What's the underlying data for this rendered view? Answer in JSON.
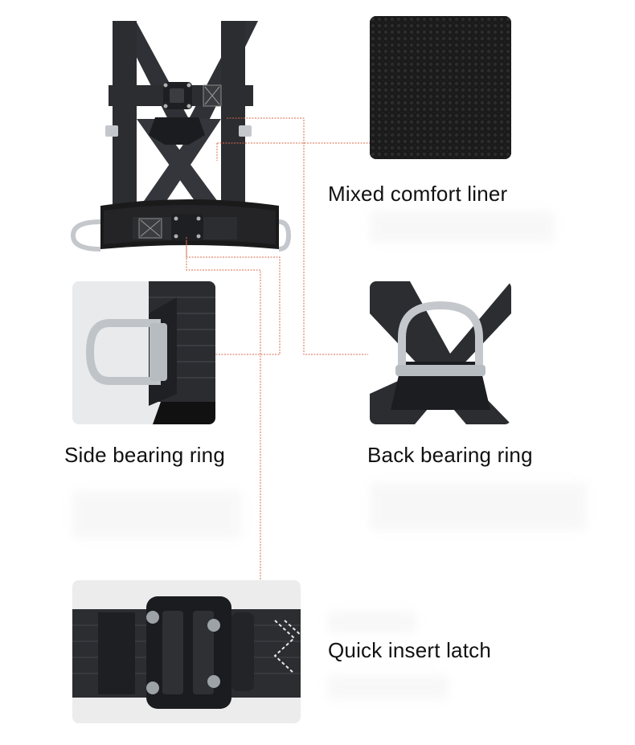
{
  "features": {
    "liner": {
      "label": "Mixed comfort liner",
      "icon": "mesh-fabric-icon"
    },
    "side_ring": {
      "label": "Side bearing ring",
      "icon": "d-ring-icon"
    },
    "back_ring": {
      "label": "Back bearing ring",
      "icon": "d-ring-icon"
    },
    "latch": {
      "label": "Quick insert latch",
      "icon": "buckle-icon"
    }
  },
  "colors": {
    "leader_line": "#d9694a",
    "strap": "#2b2d31",
    "metal": "#c4c8cc",
    "mesh": "#1c1c1c"
  }
}
